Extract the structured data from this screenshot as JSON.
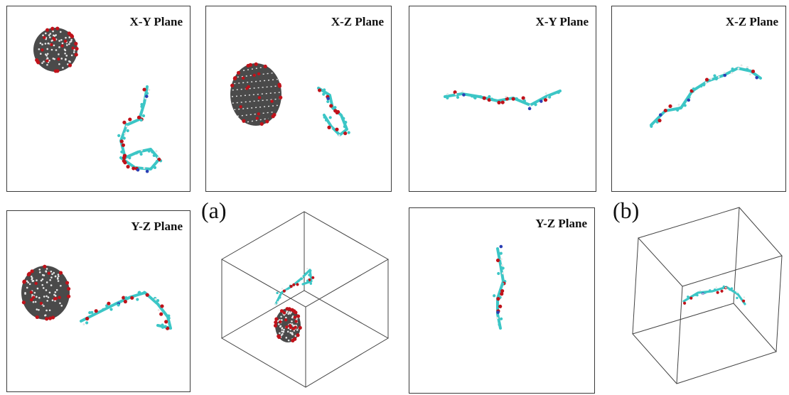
{
  "figure_labels": {
    "a": "(a)",
    "b": "(b)"
  },
  "panels": {
    "a_xy": "X-Y Plane",
    "a_xz": "X-Z Plane",
    "a_yz": "Y-Z Plane",
    "b_xy": "X-Y Plane",
    "b_xz": "X-Z Plane",
    "b_yz": "Y-Z Plane"
  },
  "colors": {
    "carbon": "#4a4a4a",
    "hydrogen": "#e6e6e6",
    "oxygen": "#c0121a",
    "nitrogen": "#2b3fb5",
    "peptide_carbon": "#3cc6c6",
    "box_edge": "#444444"
  }
}
